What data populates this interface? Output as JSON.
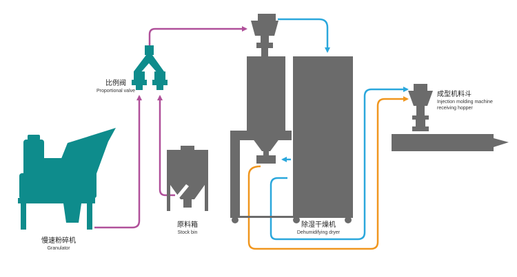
{
  "colors": {
    "teal": "#0e8c8c",
    "gray": "#6b6b6b",
    "purple": "#b0509a",
    "blue": "#2aa7dc",
    "orange": "#f0961e"
  },
  "labels": {
    "granulator": {
      "cn": "慢速粉碎机",
      "en": "Granulator"
    },
    "proportional_valve": {
      "cn": "比例阀",
      "en": "Proportional valve"
    },
    "stock_bin": {
      "cn": "原料箱",
      "en": "Stock bin"
    },
    "dryer": {
      "cn": "除湿干燥机",
      "en": "Dehumidifying dryer"
    },
    "hopper": {
      "cn": "成型机料斗",
      "en_line1": "Injection molding machine",
      "en_line2": "receiving hopper"
    }
  }
}
